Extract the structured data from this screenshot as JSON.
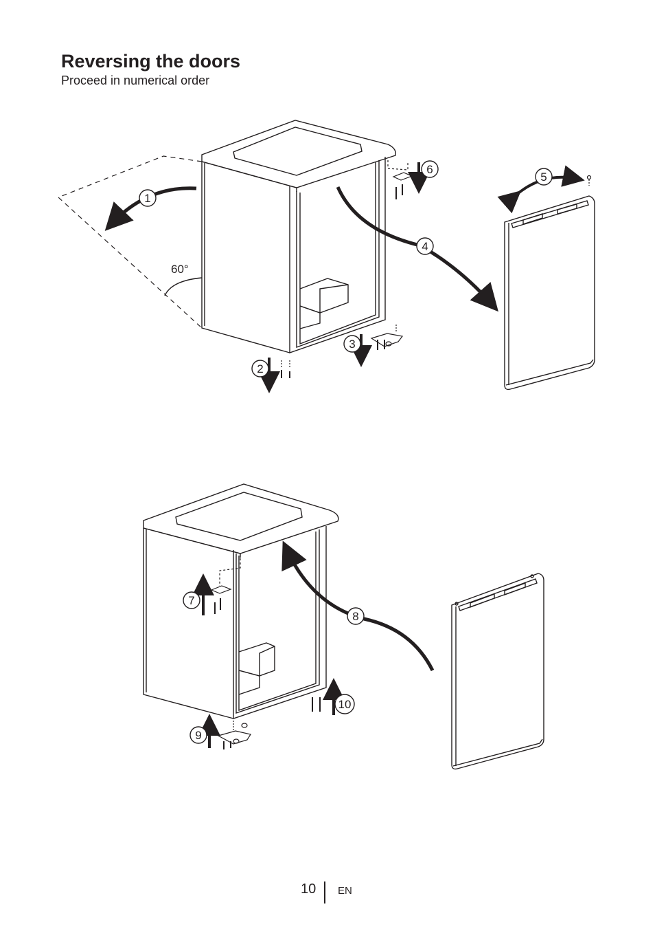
{
  "page": {
    "title": "Reversing the doors",
    "subtitle": "Proceed in numerical order",
    "page_number": "10",
    "language": "EN"
  },
  "figure_top": {
    "angle_label": "60°",
    "steps": [
      "1",
      "2",
      "3",
      "4",
      "5",
      "6"
    ]
  },
  "figure_bottom": {
    "steps": [
      "7",
      "8",
      "9",
      "10"
    ]
  }
}
